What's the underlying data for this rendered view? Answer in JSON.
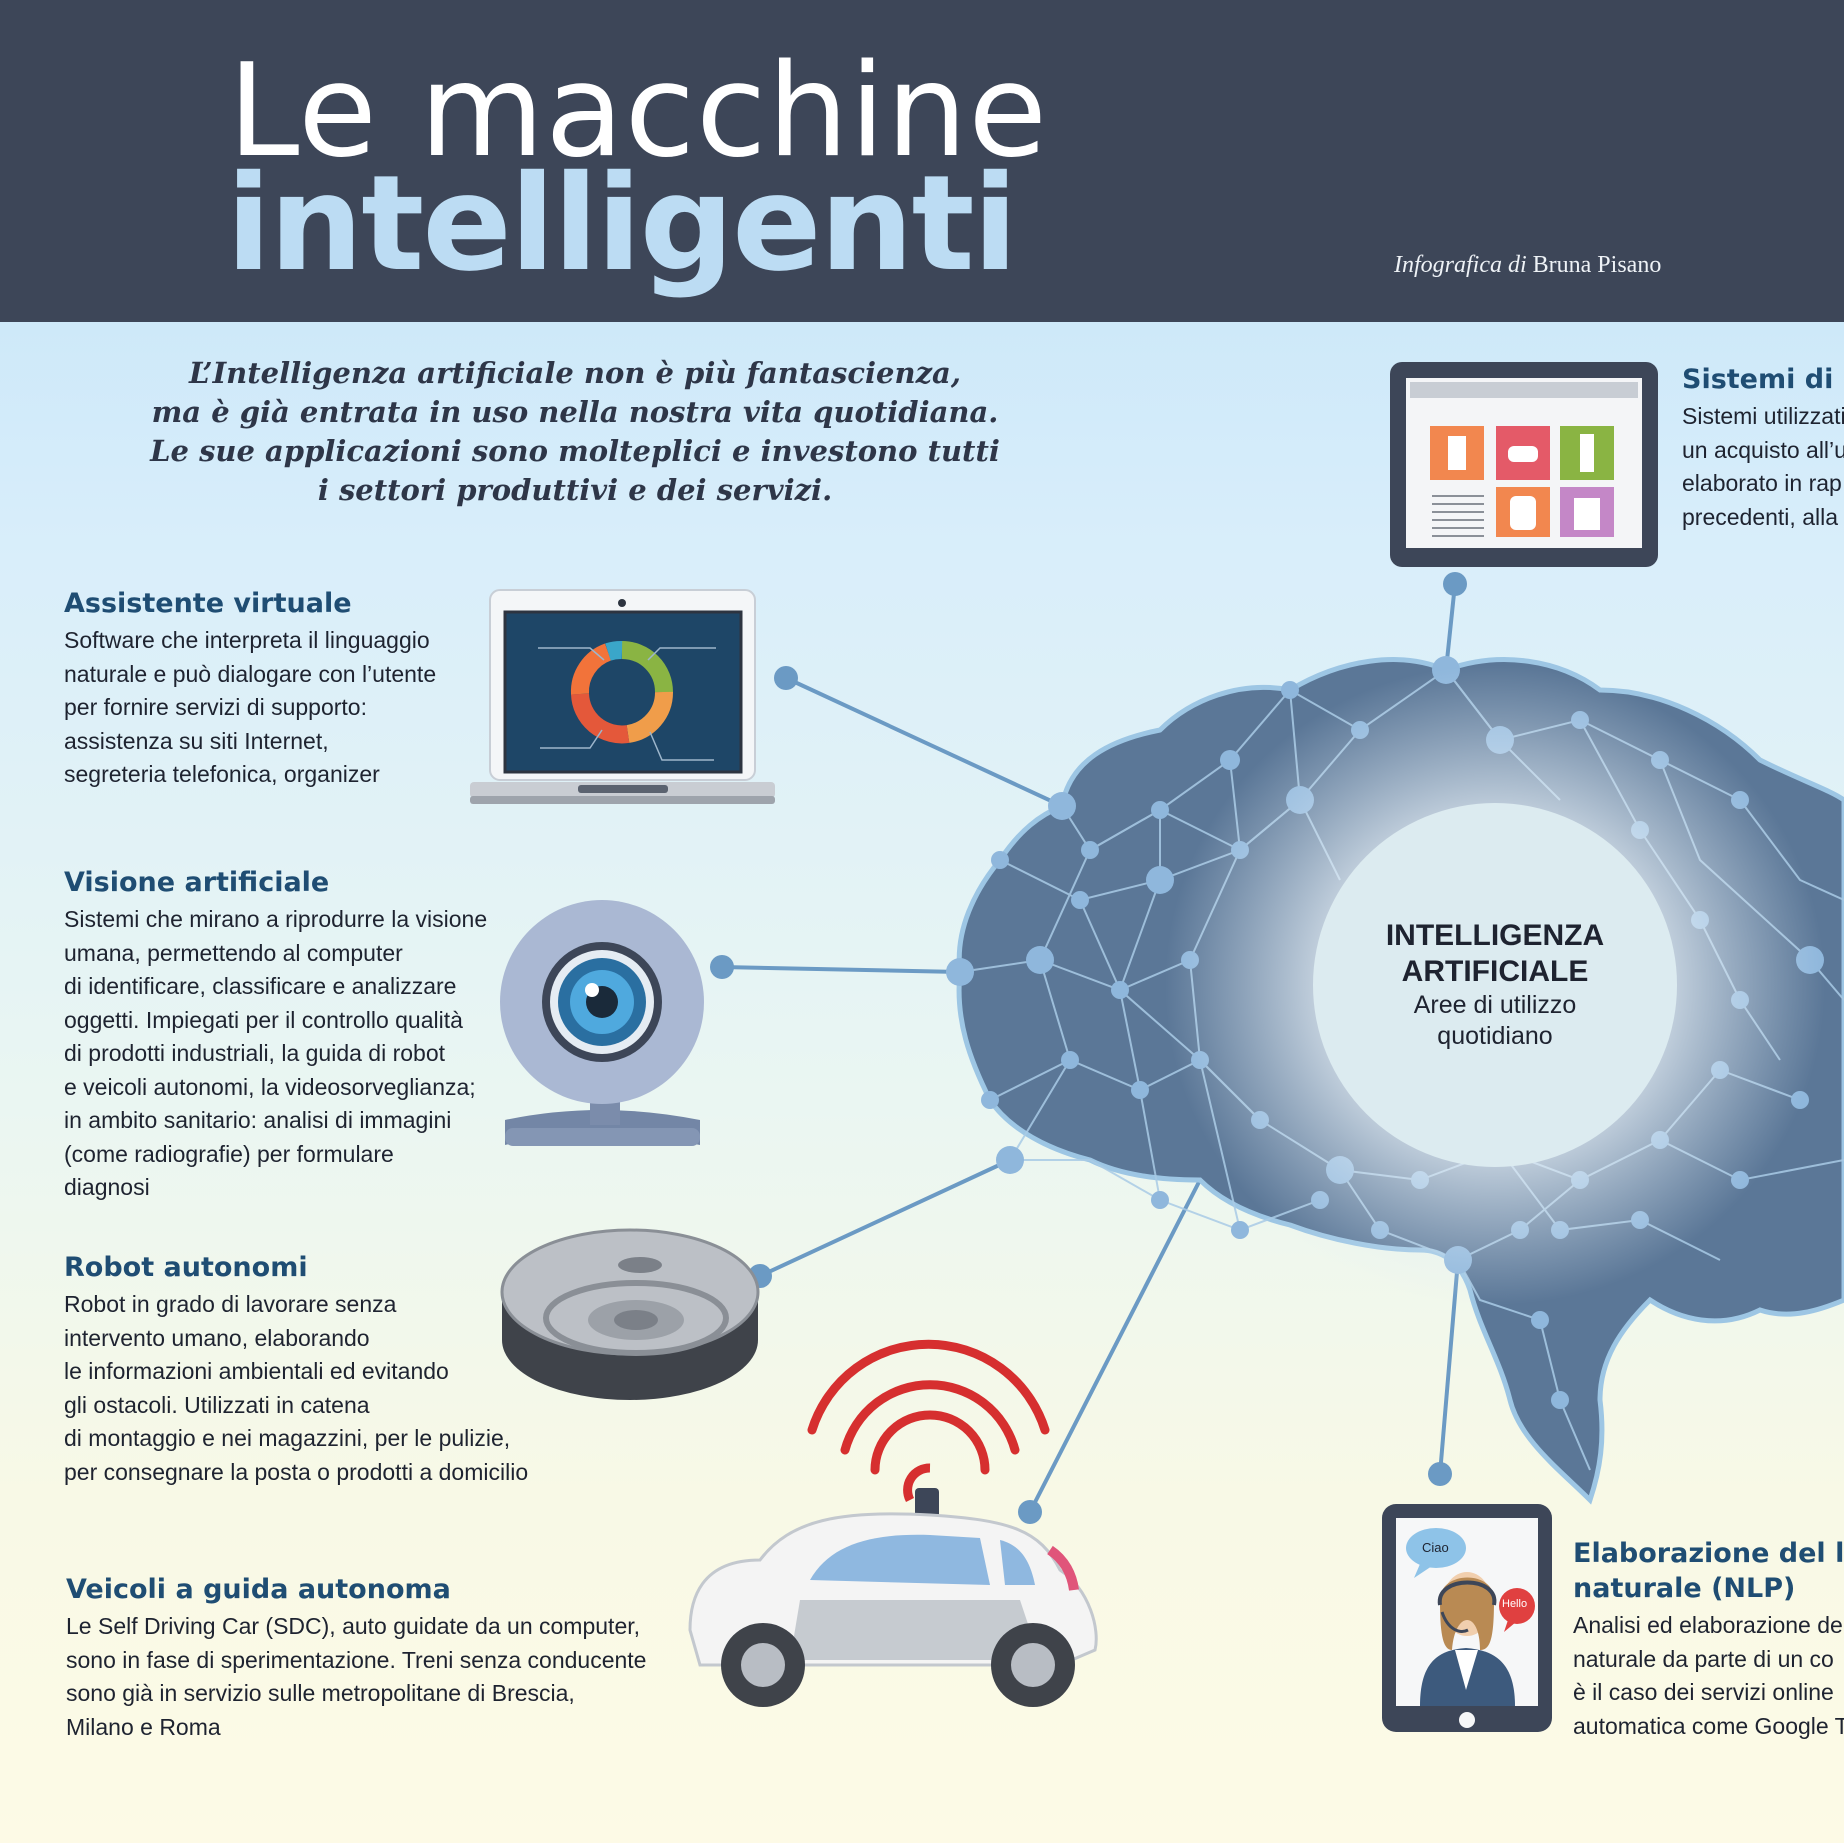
{
  "header": {
    "title_line1": "Le macchine",
    "title_line2": "intelligenti",
    "credit_italic": "Infografica di",
    "credit_name": "Bruna Pisano"
  },
  "intro": {
    "lines": [
      "L’Intelligenza artificiale non è più fantascienza,",
      "ma è già entrata in uso nella nostra vita quotidiana.",
      "Le sue applicazioni sono molteplici e investono tutti",
      "i settori produttivi e dei servizi."
    ]
  },
  "center": {
    "title_lines": [
      "INTELLIGENZA",
      "ARTIFICIALE"
    ],
    "subtitle_lines": [
      "Aree di utilizzo",
      "quotidiano"
    ]
  },
  "sections": {
    "assistente": {
      "title": "Assistente virtuale",
      "lines": [
        "Software che interpreta il linguaggio",
        "naturale e può dialogare con l’utente",
        "per fornire servizi di supporto:",
        "assistenza su siti Internet,",
        "segreteria telefonica, organizer"
      ]
    },
    "visione": {
      "title": "Visione artificiale",
      "lines": [
        "Sistemi che mirano a riprodurre la visione",
        "umana, permettendo al computer",
        "di identificare, classificare e analizzare",
        "oggetti. Impiegati per il controllo qualità",
        "di prodotti industriali, la guida di robot",
        "e veicoli autonomi, la videosorveglianza;",
        "in ambito sanitario: analisi di immagini",
        "(come radiografie) per formulare",
        "diagnosi"
      ]
    },
    "robot": {
      "title": "Robot autonomi",
      "lines": [
        "Robot in grado di lavorare senza",
        "intervento umano, elaborando",
        "le informazioni ambientali ed evitando",
        "gli ostacoli. Utilizzati in catena",
        "di montaggio e nei magazzini, per le pulizie,",
        "per consegnare la posta o prodotti a domicilio"
      ]
    },
    "veicoli": {
      "title": "Veicoli a guida autonoma",
      "lines": [
        "Le Self Driving Car (SDC), auto guidate da un computer,",
        "sono in fase di sperimentazione. Treni senza conducente",
        "sono già in servizio sulle metropolitane di Brescia,",
        "Milano e Roma"
      ]
    },
    "sistemi": {
      "title": "Sistemi di r",
      "lines": [
        "Sistemi utilizzati",
        "un acquisto all’u",
        "elaborato in rap",
        "precedenti, alla"
      ]
    },
    "nlp": {
      "title_lines": [
        "Elaborazione del li",
        "naturale (NLP)"
      ],
      "lines": [
        "Analisi ed elaborazione de",
        "naturale da parte di un co",
        "è il caso dei servizi online",
        "automatica come Google T"
      ]
    }
  },
  "bubbles": {
    "ciao": "Ciao",
    "hello": "Hello"
  },
  "colors": {
    "header_bg": "#3d4658",
    "title_accent": "#bcdcf3",
    "section_title": "#1f4d73",
    "brain_fill": "#5b7797",
    "connector": "#6b9ac4"
  }
}
